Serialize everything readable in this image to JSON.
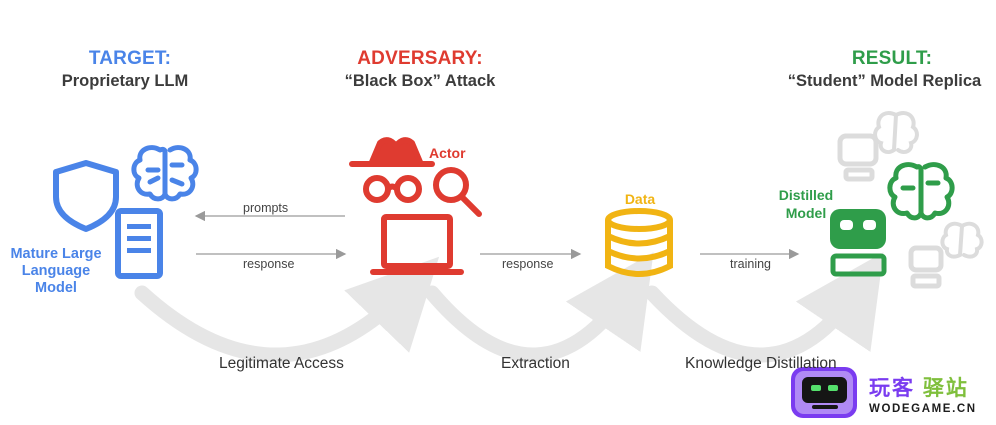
{
  "target": {
    "heading": "TARGET:",
    "subheading": "Proprietary LLM",
    "model_label": "Mature Large\nLanguage\nModel"
  },
  "adversary": {
    "heading": "ADVERSARY:",
    "subheading": "“Black Box” Attack",
    "actor_label": "Actor"
  },
  "result": {
    "heading": "RESULT:",
    "subheading": "“Student” Model Replica",
    "distilled_label": "Distilled\nModel"
  },
  "data_label": "Data",
  "arrows": {
    "prompts": "prompts",
    "response_left": "response",
    "response_mid": "response",
    "training": "training"
  },
  "stages": {
    "access": "Legitimate Access",
    "extraction": "Extraction",
    "distillation": "Knowledge Distillation"
  },
  "watermark": {
    "cn_a": "玩客",
    "cn_b": "驿站",
    "en": "WODEGAME.CN"
  },
  "colors": {
    "blue": "#4a84e8",
    "red": "#df3b30",
    "green": "#2f9d4a",
    "yellow": "#f1b413",
    "gray": "#bdbdbd",
    "faint": "#dcdcdc"
  }
}
